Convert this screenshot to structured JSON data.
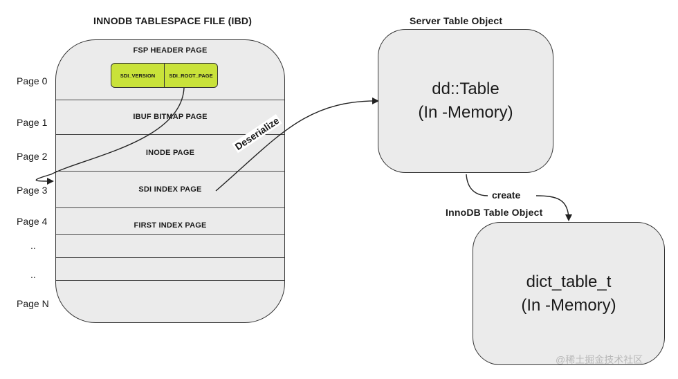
{
  "tablespace": {
    "title": "INNODB  TABLESPACE FILE (IBD)",
    "pages": [
      {
        "label": "FSP HEADER PAGE"
      },
      {
        "label": "IBUF BITMAP PAGE"
      },
      {
        "label": "INODE PAGE"
      },
      {
        "label": "SDI INDEX PAGE"
      },
      {
        "label": "FIRST INDEX PAGE"
      }
    ],
    "sdi_fields": [
      "SDI_VERSION",
      "SDI_ROOT_PAGE"
    ],
    "row_labels": [
      "Page 0",
      "Page 1",
      "Page 2",
      "Page 3",
      "Page 4",
      "..",
      "..",
      "Page N"
    ]
  },
  "server_object": {
    "title": "Server Table Object",
    "line1": "dd::Table",
    "line2": "(In -Memory)"
  },
  "innodb_object": {
    "title": "InnoDB Table Object",
    "line1": "dict_table_t",
    "line2": "(In -Memory)"
  },
  "edges": {
    "deserialize": "Deserialize",
    "create": "create"
  },
  "watermark": "@稀土掘金技术社区",
  "colors": {
    "box_fill": "#ebebeb",
    "sdi_highlight": "#c9e23a",
    "stroke": "#333333"
  }
}
